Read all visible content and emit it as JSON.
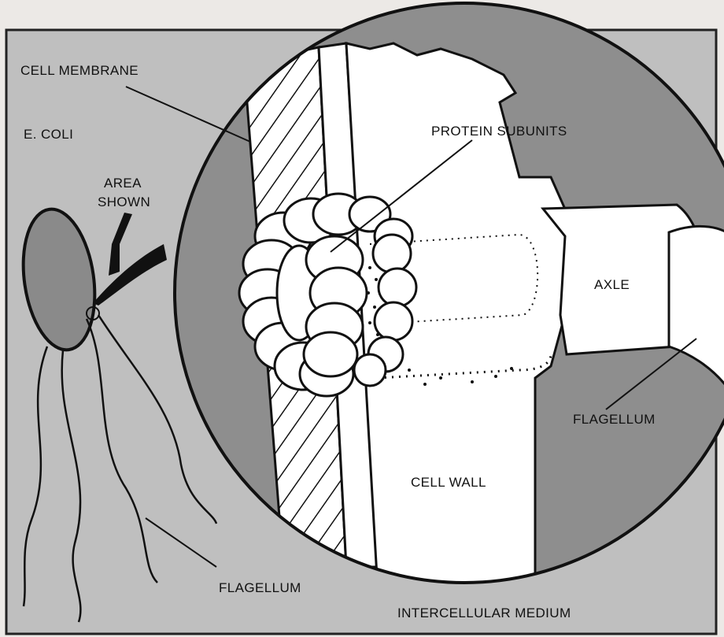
{
  "labels": {
    "cell_membrane": "CELL MEMBRANE",
    "e_coli": "E. COLI",
    "area_shown_1": "AREA",
    "area_shown_2": "SHOWN",
    "protein_subunits": "PROTEIN SUBUNITS",
    "axle": "AXLE",
    "flagellum_right": "FLAGELLUM",
    "cell_wall": "CELL WALL",
    "flagellum_bottom": "FLAGELLUM",
    "intercellular_medium": "INTERCELLULAR MEDIUM"
  },
  "colors": {
    "background": "#bfbfbf",
    "circle_gray": "#8e8e8e",
    "bacterium_fill": "#8a8a8a",
    "outline": "#111111",
    "white": "#ffffff"
  }
}
